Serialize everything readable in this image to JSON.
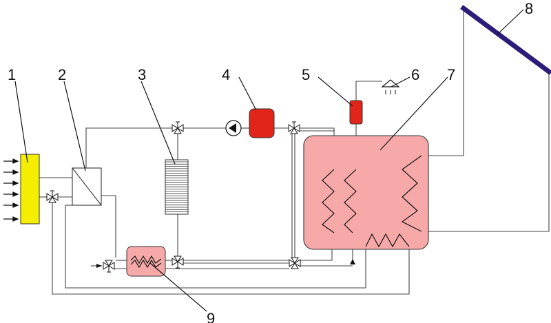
{
  "labels": [
    "1",
    "2",
    "3",
    "4",
    "5",
    "6",
    "7",
    "8",
    "9"
  ],
  "colors": {
    "heat_source": "#f6ee00",
    "tank": "#f7a8a8",
    "heater": "#e1251b",
    "exchanger": "#f7a8a8",
    "collector": "#2d1b7a",
    "line": "#444444"
  }
}
